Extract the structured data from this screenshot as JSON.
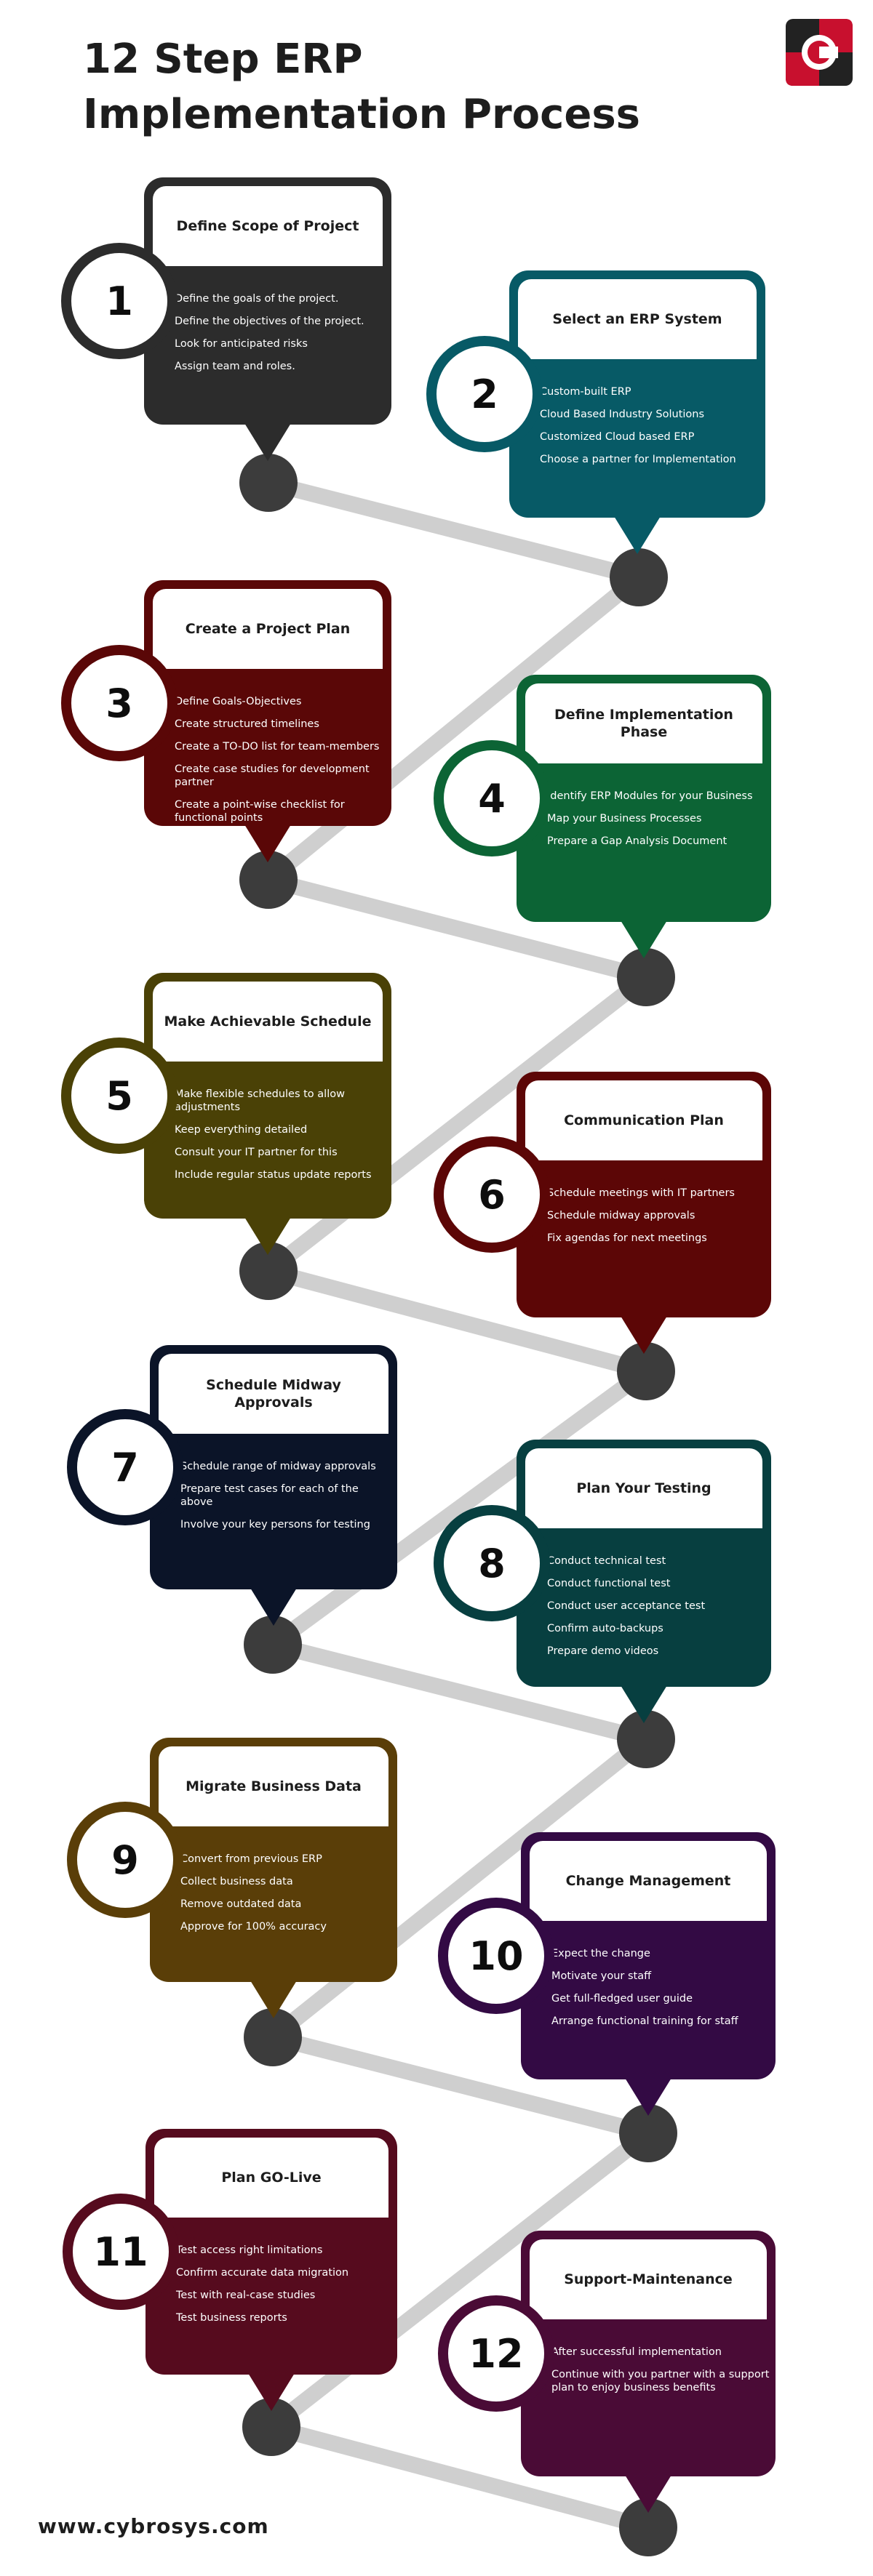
{
  "header": {
    "title": "12 Step ERP\nImplementation Process"
  },
  "footer": {
    "website": "www.cybrosys.com"
  },
  "colors": {
    "connector": "#cfcfcf",
    "node": "#3c3c3c"
  },
  "steps": [
    {
      "number": "1",
      "title": "Define Scope of Project",
      "color": "#2c2c2c",
      "items": [
        "Define the goals of the project.",
        "Define the objectives of the project.",
        "Look for anticipated risks",
        "Assign team and roles."
      ]
    },
    {
      "number": "2",
      "title": "Select an ERP System",
      "color": "#075a66",
      "items": [
        "Custom-built ERP",
        "Cloud Based Industry Solutions",
        "Customized Cloud based ERP",
        "Choose a partner for Implementation"
      ]
    },
    {
      "number": "3",
      "title": "Create a Project Plan",
      "color": "#5a0707",
      "items": [
        "Define Goals-Objectives",
        "Create structured timelines",
        "Create a TO-DO list for team-members",
        "Create case studies for development partner",
        "Create a point-wise checklist for functional points"
      ]
    },
    {
      "number": "4",
      "title": "Define Implementation Phase",
      "color": "#0c6435",
      "items": [
        "Identify ERP Modules for your Business",
        "Map your Business Processes",
        "Prepare a Gap Analysis Document"
      ]
    },
    {
      "number": "5",
      "title": "Make Achievable Schedule",
      "color": "#4a4106",
      "items": [
        "Make flexible schedules to allow adjustments",
        "Keep everything detailed",
        "Consult your IT partner for this",
        "Include regular status update reports"
      ]
    },
    {
      "number": "6",
      "title": "Communication Plan",
      "color": "#5c0606",
      "items": [
        "Schedule meetings with IT partners",
        "Schedule midway approvals",
        "Fix agendas for next meetings"
      ]
    },
    {
      "number": "7",
      "title": "Schedule Midway Approvals",
      "color": "#0b1428",
      "items": [
        "Schedule range of midway approvals",
        "Prepare test cases for each of the above",
        "Involve your key persons for testing"
      ]
    },
    {
      "number": "8",
      "title": "Plan Your Testing",
      "color": "#073f40",
      "items": [
        "Conduct technical test",
        "Conduct functional test",
        "Conduct user acceptance test",
        "Confirm auto-backups",
        "Prepare demo videos"
      ]
    },
    {
      "number": "9",
      "title": "Migrate Business Data",
      "color": "#5a3e08",
      "items": [
        "Convert from previous ERP",
        "Collect business data",
        "Remove outdated data",
        "Approve for 100% accuracy"
      ]
    },
    {
      "number": "10",
      "title": "Change Management",
      "color": "#330a44",
      "items": [
        "Expect the change",
        "Motivate your staff",
        "Get full-fledged user guide",
        "Arrange functional training for staff"
      ]
    },
    {
      "number": "11",
      "title": "Plan GO-Live",
      "color": "#560b1e",
      "items": [
        "Test access right limitations",
        "Confirm accurate data migration",
        "Test with real-case studies",
        "Test business reports"
      ]
    },
    {
      "number": "12",
      "title": "Support-Maintenance",
      "color": "#4a0b36",
      "items": [
        "After successful implementation",
        "Continue with you partner with a support plan to enjoy business benefits"
      ]
    }
  ]
}
